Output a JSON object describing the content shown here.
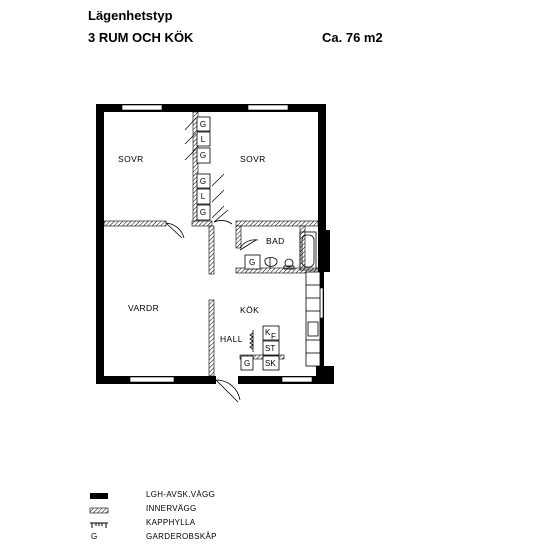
{
  "header": {
    "type_label": "Lägenhetstyp",
    "apartment": "3 RUM OCH KÖK",
    "area": "Ca. 76 m2"
  },
  "rooms": {
    "bedroom_1": "SOVR",
    "bedroom_2": "SOVR",
    "living_room": "VARDR",
    "kitchen": "KÖK",
    "bathroom": "BAD",
    "hall": "HALL"
  },
  "fixtures": {
    "wardrobe": "G",
    "linen": "L",
    "fridge": "K",
    "freezer": "F",
    "stove": "ST",
    "sink_cabinet": "SK"
  },
  "legend": {
    "outer_wall": "LGH-AVSK.VÄGG",
    "inner_wall": "INNERVÄGG",
    "coat_rack": "KAPPHYLLA",
    "wardrobe_symbol": "G",
    "wardrobe": "GARDEROBSKÅP"
  },
  "colors": {
    "wall": "#000000",
    "background": "#ffffff"
  }
}
